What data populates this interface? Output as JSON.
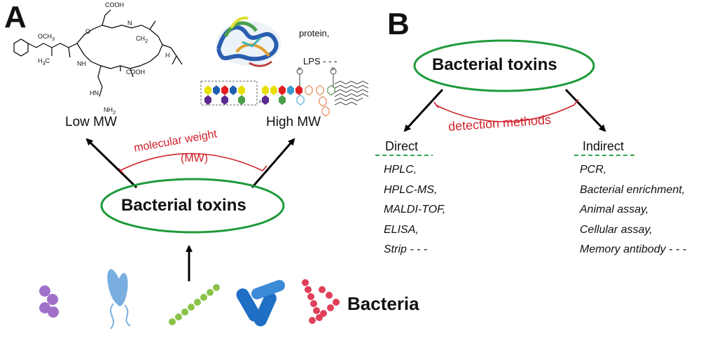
{
  "panel_a": {
    "letter": "A",
    "low_label": "Low MW",
    "high_label": "High MW",
    "mw_caption_line1": "molecular weight",
    "mw_caption_line2": "(MW)",
    "ellipse_label": "Bacterial toxins",
    "protein_label": "protein,",
    "lps_label": "LPS - - -",
    "bacteria_label": "Bacteria",
    "molecule_labels": {
      "och3": "OCH",
      "och3_sub": "3",
      "h3c": "H",
      "h3c_sub": "3",
      "h3c_c": "C",
      "cooh1": "COOH",
      "cooh2": "COOH",
      "ch2": "CH",
      "ch2_sub": "2",
      "nh2": "NH",
      "nh2_sub": "2",
      "n_label": "N",
      "o_label": "O",
      "h_label": "H",
      "nh": "NH",
      "hn": "HN",
      "p_label": "P",
      "n_sub": "n"
    }
  },
  "panel_b": {
    "letter": "B",
    "ellipse_label": "Bacterial toxins",
    "caption": "detection methods",
    "direct": {
      "heading": "Direct",
      "items": [
        "HPLC,",
        "HPLC-MS,",
        "MALDI-TOF,",
        "ELISA,",
        "Strip - - -"
      ]
    },
    "indirect": {
      "heading": "Indirect",
      "items": [
        "PCR,",
        "Bacterial enrichment,",
        "Animal assay,",
        "Cellular assay,",
        "Memory antibody - - -"
      ]
    }
  },
  "colors": {
    "ellipse_stroke": "#1e9a3a",
    "caption_red": "#d0202a",
    "dash_green": "#2ea84a",
    "cocci": "#a070c8",
    "spirillum": "#7aaee0",
    "chain": "#8bc34a",
    "rods": "#1f6fc4",
    "red_chain": "#e0405a"
  }
}
